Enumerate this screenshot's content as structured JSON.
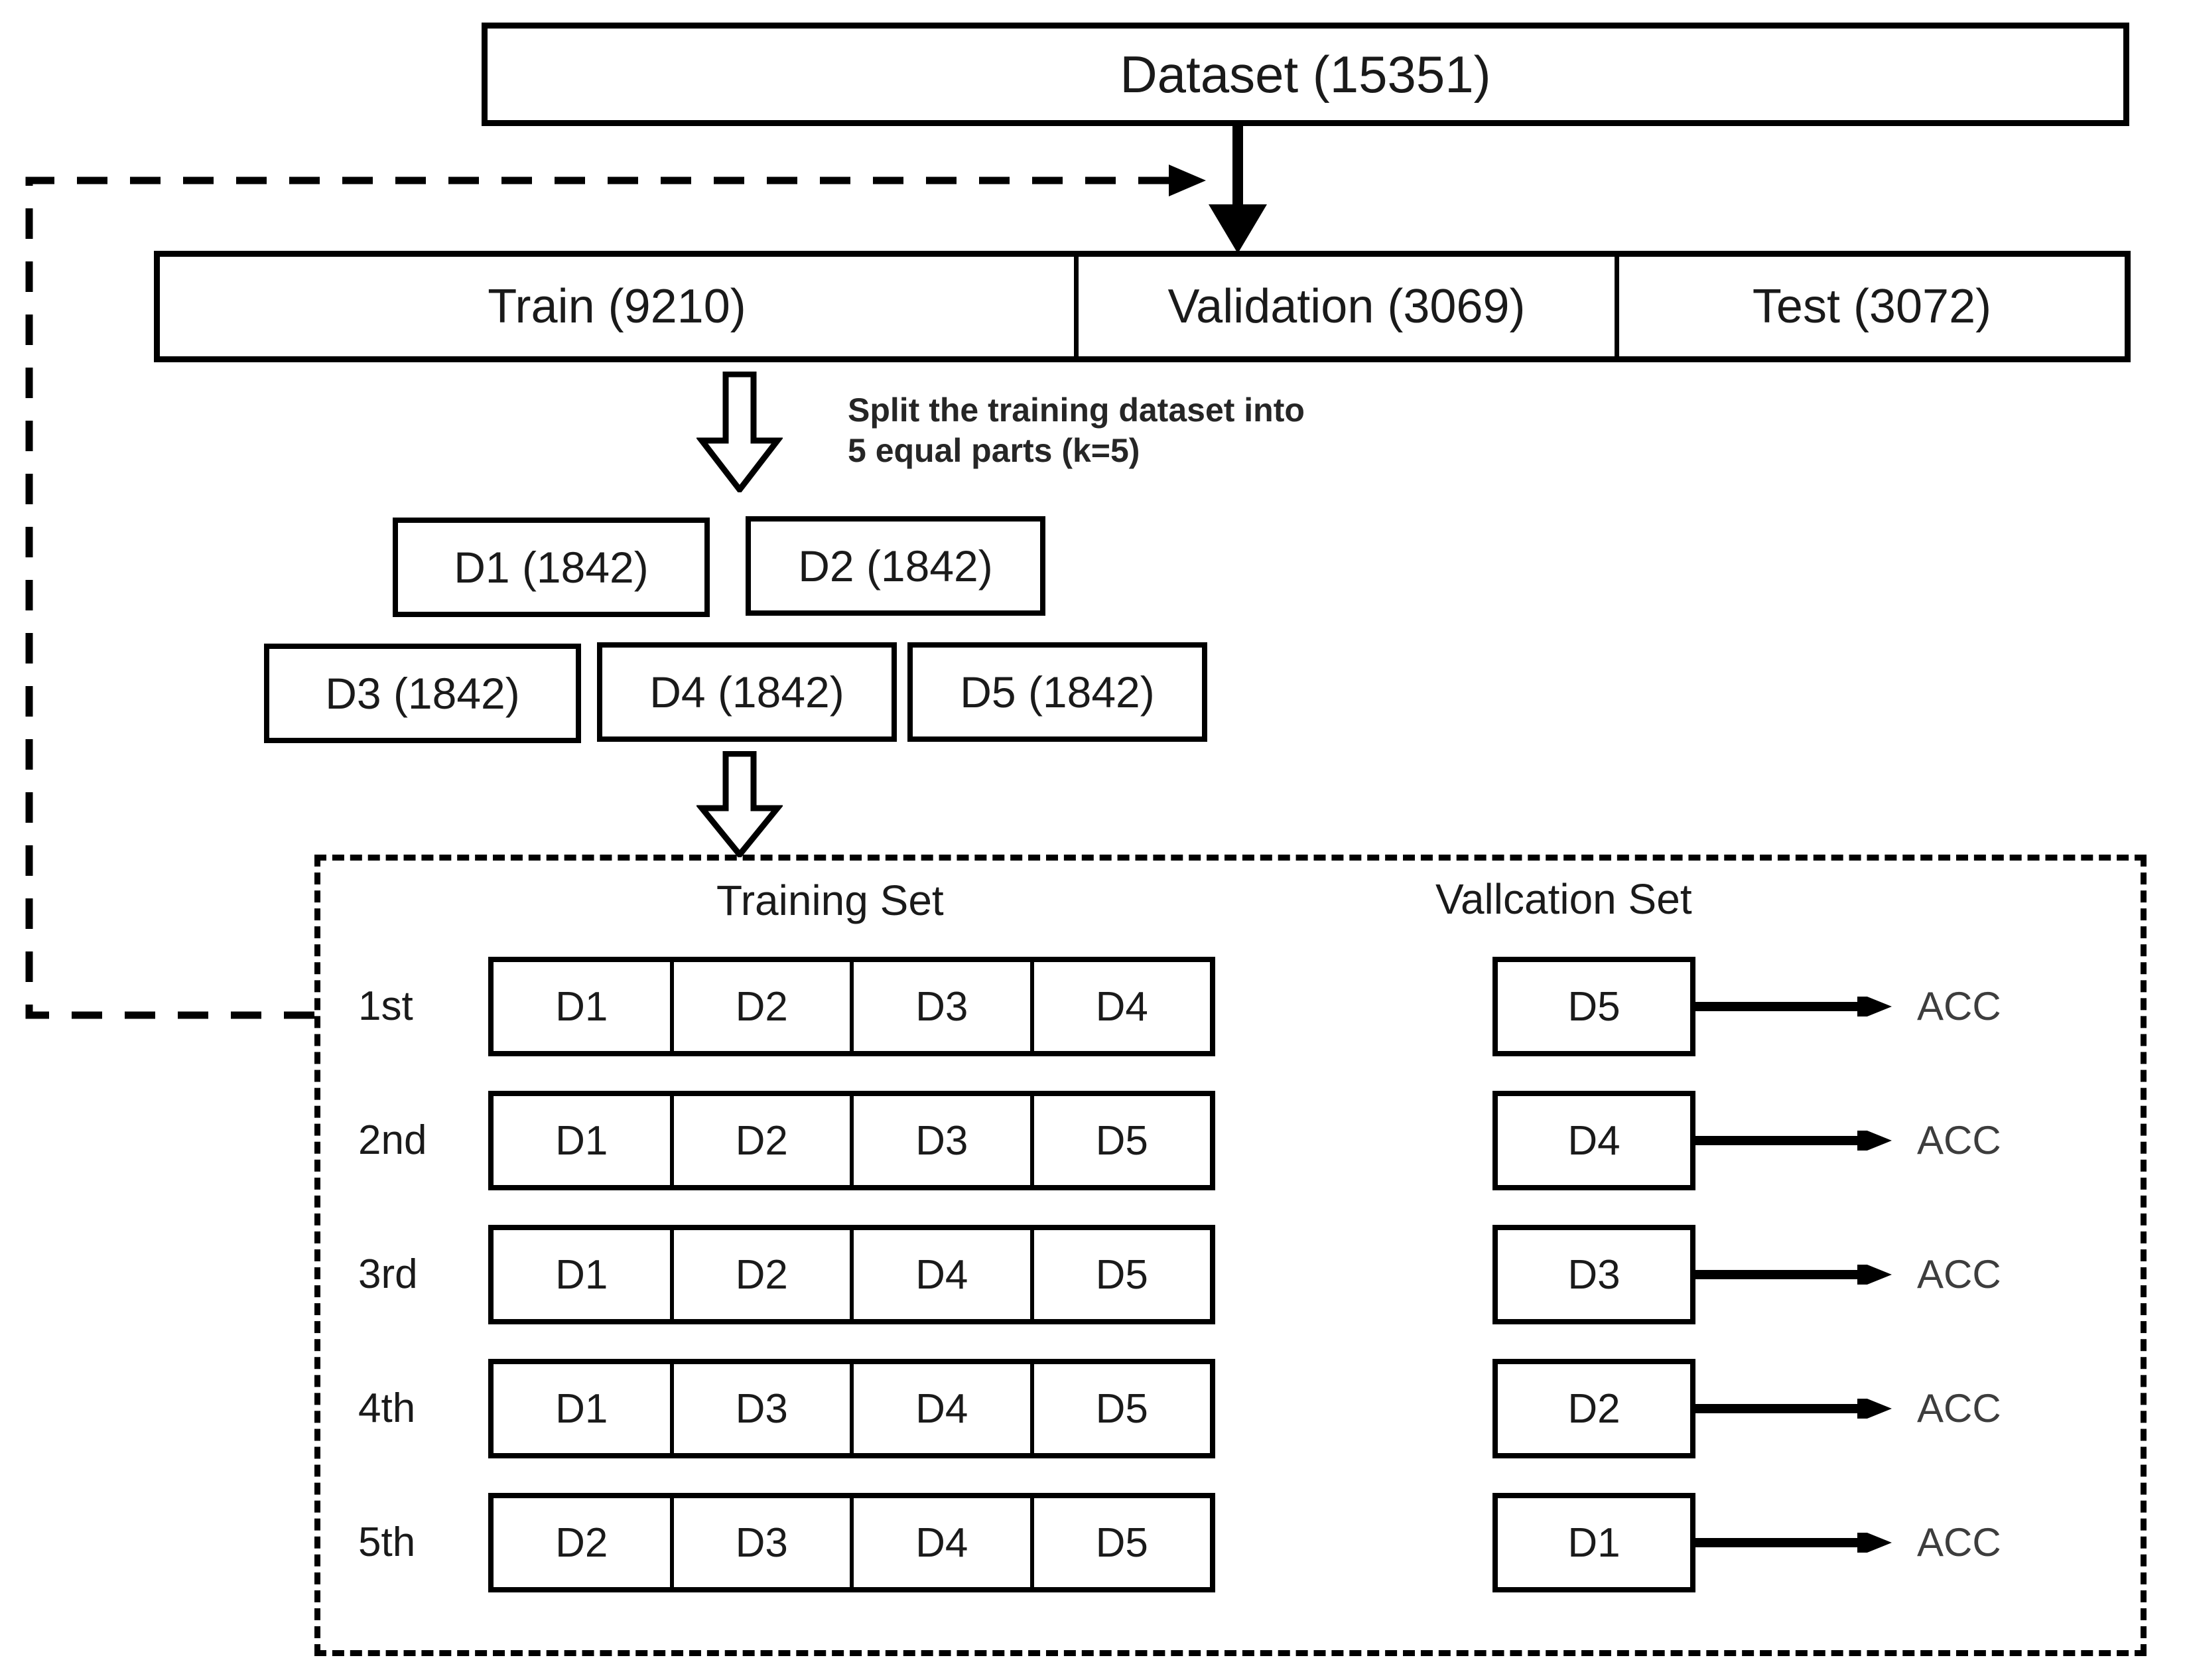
{
  "diagram": {
    "title_box": {
      "label": "Dataset (15351)"
    },
    "split_row": [
      {
        "name": "train-segment",
        "label": "Train (9210)"
      },
      {
        "name": "validation-segment",
        "label": "Validation (3069)"
      },
      {
        "name": "test-segment",
        "label": "Test (3072)"
      }
    ],
    "split_note": "Split the training dataset into\n5 equal parts (k=5)",
    "parts": [
      {
        "id": "d1",
        "label": "D1 (1842)"
      },
      {
        "id": "d2",
        "label": "D2 (1842)"
      },
      {
        "id": "d3",
        "label": "D3 (1842)"
      },
      {
        "id": "d4",
        "label": "D4 (1842)"
      },
      {
        "id": "d5",
        "label": "D5 (1842)"
      }
    ],
    "cv_section": {
      "training_header": "Training Set",
      "validation_header": "Vallcation Set",
      "folds": [
        {
          "ordinal": "1st",
          "training": [
            "D1",
            "D2",
            "D3",
            "D4"
          ],
          "validation": "D5",
          "metric": "ACC"
        },
        {
          "ordinal": "2nd",
          "training": [
            "D1",
            "D2",
            "D3",
            "D5"
          ],
          "validation": "D4",
          "metric": "ACC"
        },
        {
          "ordinal": "3rd",
          "training": [
            "D1",
            "D2",
            "D4",
            "D5"
          ],
          "validation": "D3",
          "metric": "ACC"
        },
        {
          "ordinal": "4th",
          "training": [
            "D1",
            "D3",
            "D4",
            "D5"
          ],
          "validation": "D2",
          "metric": "ACC"
        },
        {
          "ordinal": "5th",
          "training": [
            "D2",
            "D3",
            "D4",
            "D5"
          ],
          "validation": "D1",
          "metric": "ACC"
        }
      ]
    },
    "colors": {
      "stroke": "#000000",
      "text": "#1a1a1a",
      "muted_text": "#3d3d3d",
      "background": "#ffffff"
    }
  },
  "chart_data": {
    "type": "diagram",
    "title": "5-fold cross-validation data split workflow",
    "nodes": [
      {
        "id": "dataset",
        "label": "Dataset (15351)",
        "count": 15351
      },
      {
        "id": "train",
        "label": "Train (9210)",
        "count": 9210
      },
      {
        "id": "validation",
        "label": "Validation (3069)",
        "count": 3069
      },
      {
        "id": "test",
        "label": "Test (3072)",
        "count": 3072
      },
      {
        "id": "D1",
        "label": "D1 (1842)",
        "count": 1842
      },
      {
        "id": "D2",
        "label": "D2 (1842)",
        "count": 1842
      },
      {
        "id": "D3",
        "label": "D3 (1842)",
        "count": 1842
      },
      {
        "id": "D4",
        "label": "D4 (1842)",
        "count": 1842
      },
      {
        "id": "D5",
        "label": "D5 (1842)",
        "count": 1842
      }
    ],
    "folds": [
      {
        "ordinal": "1st",
        "training": [
          "D1",
          "D2",
          "D3",
          "D4"
        ],
        "validation": [
          "D5"
        ],
        "output": "ACC"
      },
      {
        "ordinal": "2nd",
        "training": [
          "D1",
          "D2",
          "D3",
          "D5"
        ],
        "validation": [
          "D4"
        ],
        "output": "ACC"
      },
      {
        "ordinal": "3rd",
        "training": [
          "D1",
          "D2",
          "D4",
          "D5"
        ],
        "validation": [
          "D3"
        ],
        "output": "ACC"
      },
      {
        "ordinal": "4th",
        "training": [
          "D1",
          "D3",
          "D4",
          "D5"
        ],
        "validation": [
          "D2"
        ],
        "output": "ACC"
      },
      {
        "ordinal": "5th",
        "training": [
          "D2",
          "D3",
          "D4",
          "D5"
        ],
        "validation": [
          "D1"
        ],
        "output": "ACC"
      }
    ],
    "k": 5,
    "annotations": [
      "Split the training dataset into 5 equal parts (k=5)"
    ]
  }
}
